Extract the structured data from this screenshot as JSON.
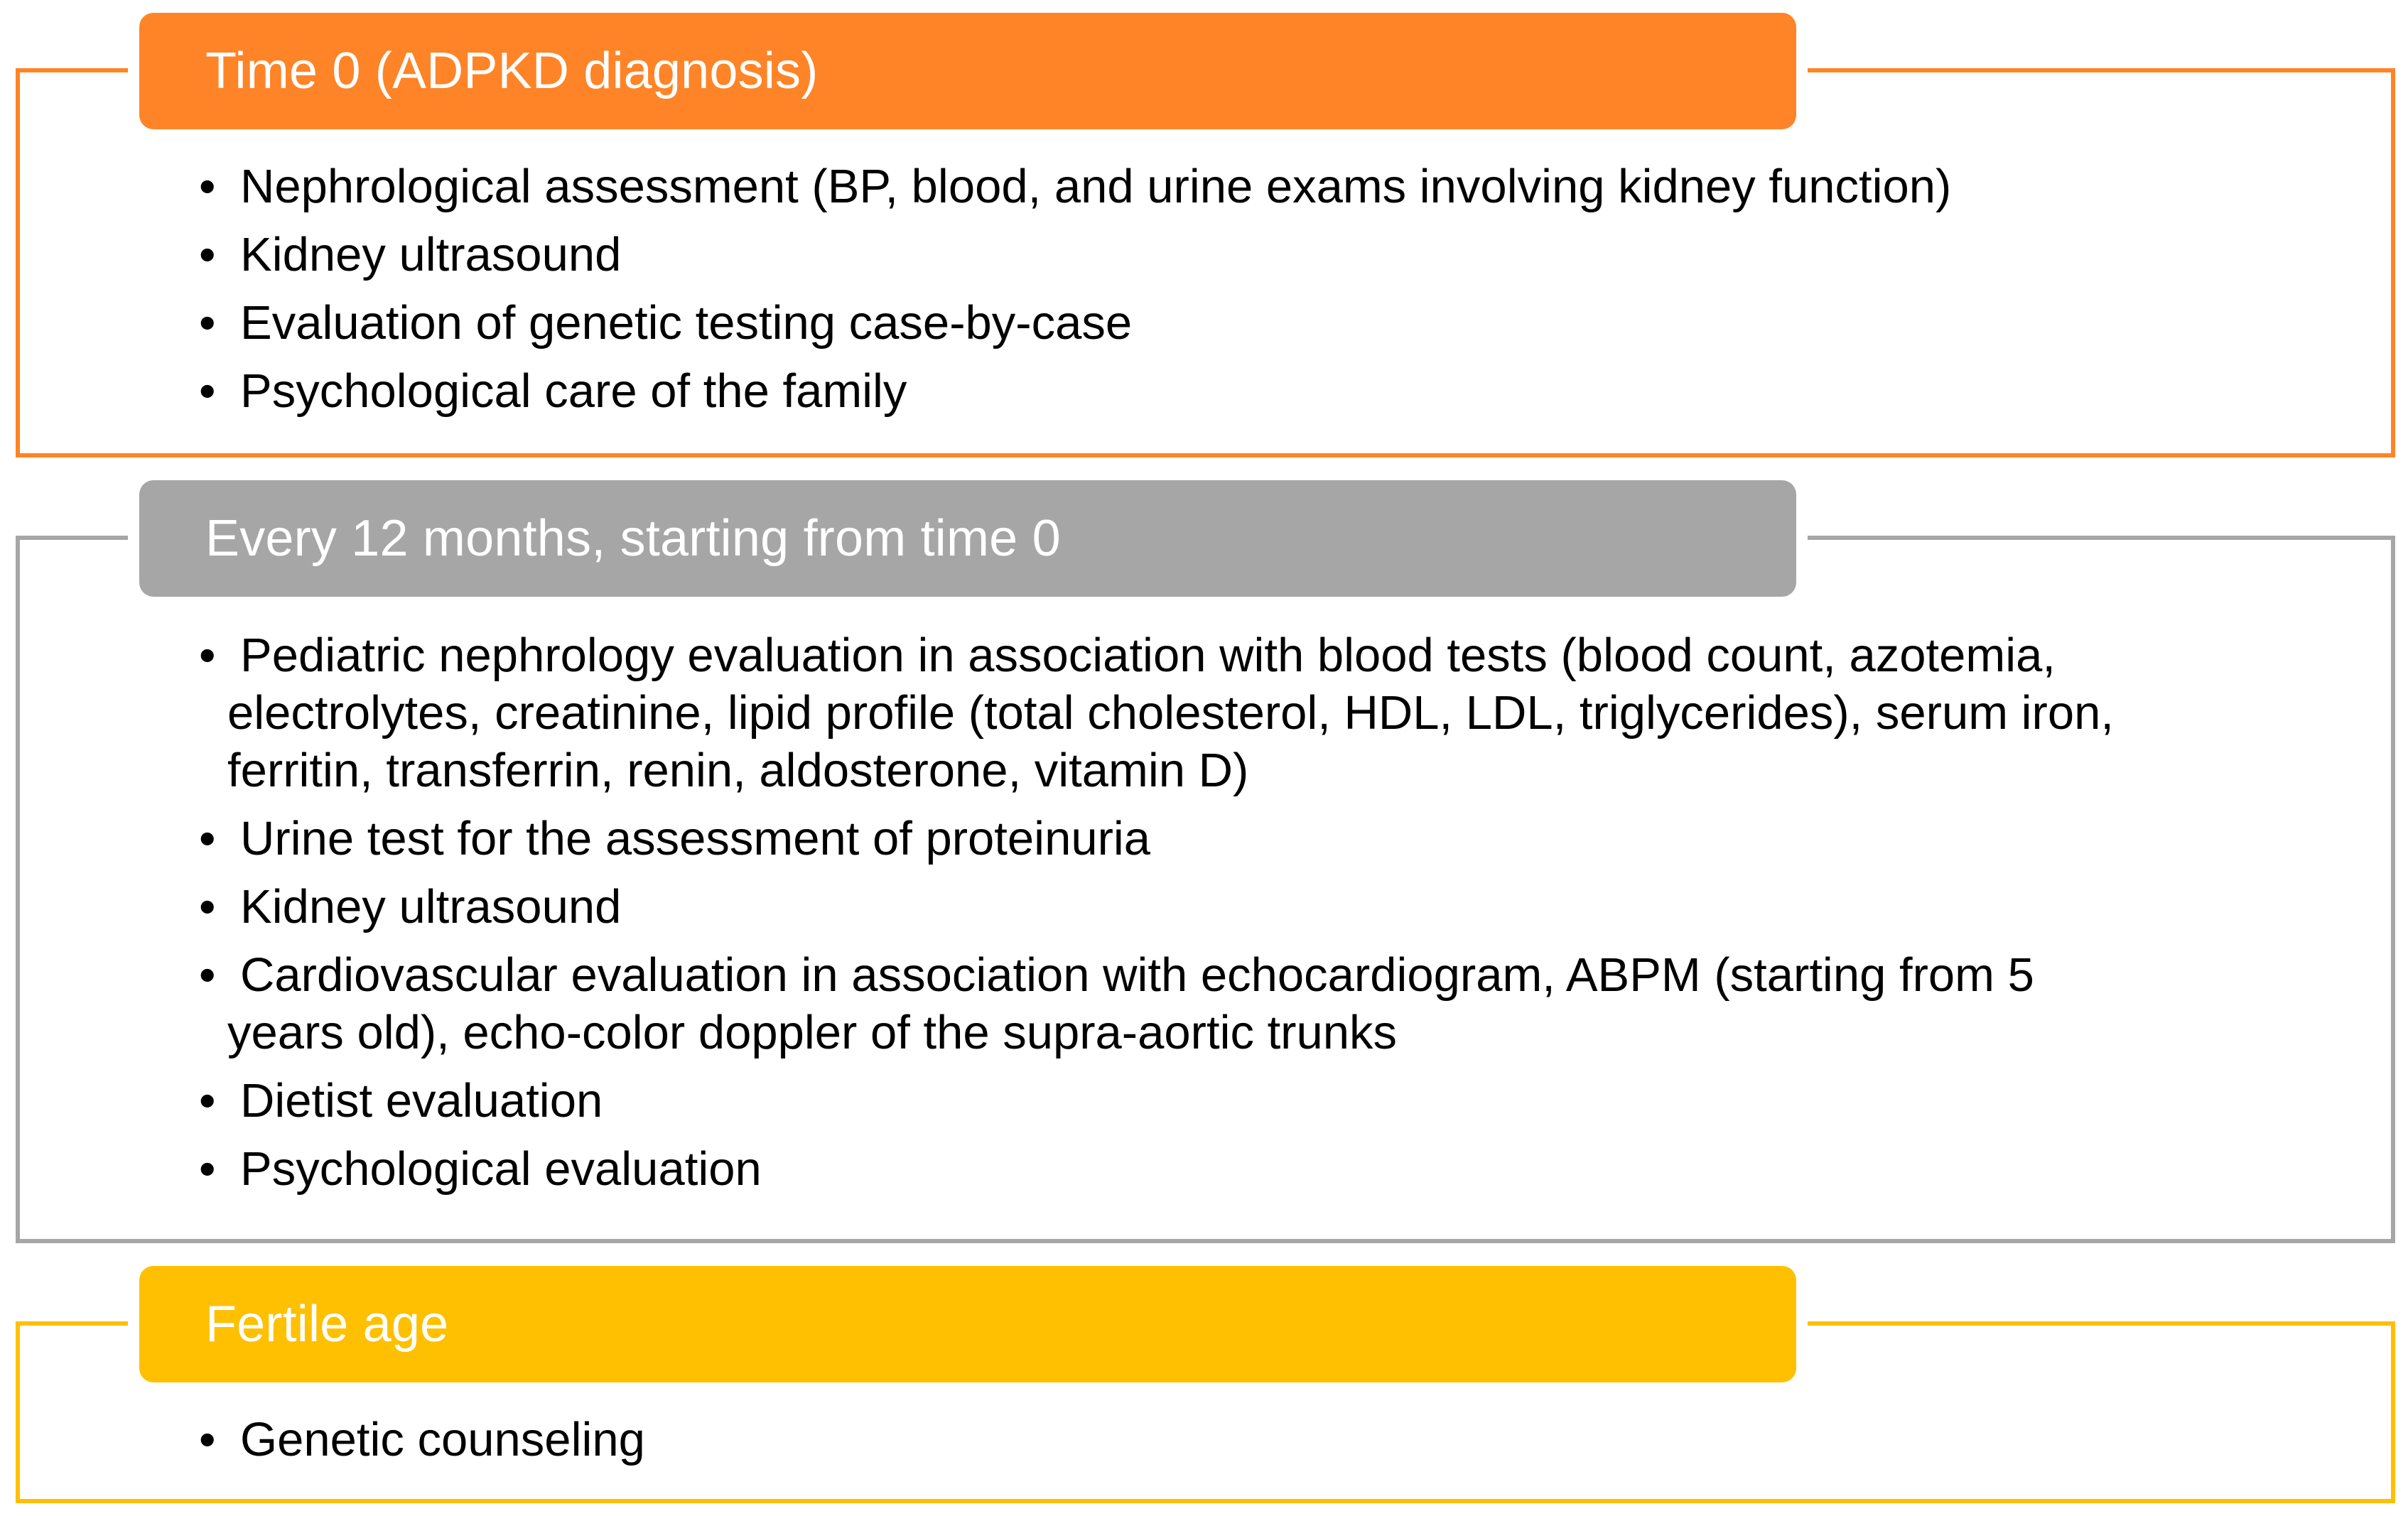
{
  "colors": {
    "section1": "#FE8427",
    "section2": "#A6A6A6",
    "section3": "#FEC000"
  },
  "sections": [
    {
      "header": "Time 0 (ADPKD diagnosis)",
      "items": [
        "Nephrological assessment (BP, blood, and urine exams involving kidney function)",
        "Kidney ultrasound",
        "Evaluation of genetic testing case-by-case",
        "Psychological care of the family"
      ]
    },
    {
      "header": "Every 12 months, starting from time 0",
      "items": [
        "Pediatric nephrology evaluation in association with blood tests (blood count, azotemia, electrolytes, creatinine, lipid profile (total cholesterol, HDL, LDL, triglycerides), serum iron, ferritin, transferrin, renin, aldosterone, vitamin D)",
        "Urine test for the assessment of proteinuria",
        "Kidney ultrasound",
        "Cardiovascular evaluation in association with echocardiogram, ABPM (starting from 5 years old), echo-color doppler of the supra-aortic trunks",
        "Dietist evaluation",
        "Psychological evaluation"
      ]
    },
    {
      "header": "Fertile age",
      "items": [
        "Genetic counseling"
      ]
    }
  ]
}
